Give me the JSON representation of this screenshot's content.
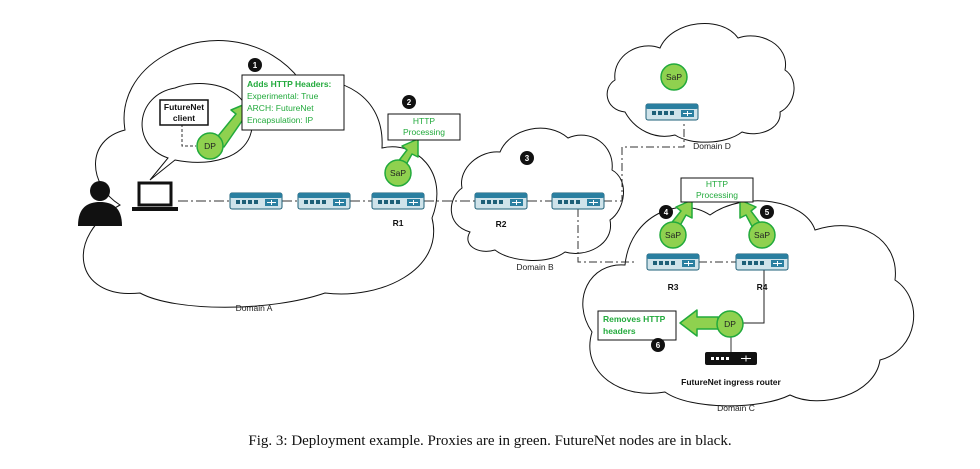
{
  "domains": {
    "a": "Domain A",
    "b": "Domain B",
    "c": "Domain C",
    "d": "Domain D"
  },
  "routers": {
    "r1": "R1",
    "r2": "R2",
    "r3": "R3",
    "r4": "R4"
  },
  "nodes": {
    "sap": "SaP",
    "dp": "DP"
  },
  "client_label": [
    "FutureNet",
    "client"
  ],
  "step_numbers": [
    "1",
    "2",
    "3",
    "4",
    "5",
    "6"
  ],
  "step1_box": {
    "title": "Adds HTTP Headers:",
    "lines": [
      "Experimental: True",
      "ARCH: FutureNet",
      "Encapsulation: IP"
    ]
  },
  "http_processing": [
    "HTTP",
    "Processing"
  ],
  "step6_box": [
    "Removes HTTP",
    "headers"
  ],
  "ingress_router_label": "FutureNet ingress router",
  "caption": "Fig. 3: Deployment example. Proxies are in green. FutureNet nodes are in black.",
  "colors": {
    "proxy_green": "#22aa3c",
    "proxy_fill": "#8fd14f",
    "router_teal": "#1f6f8b",
    "futurenet_black": "#111111"
  }
}
